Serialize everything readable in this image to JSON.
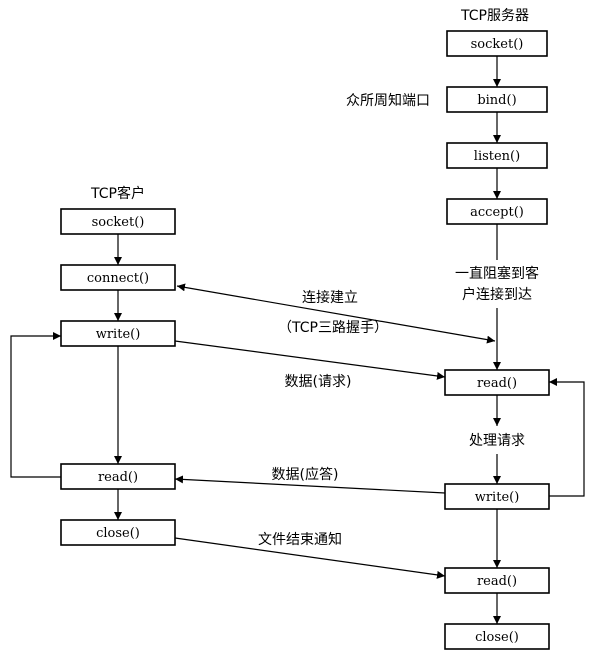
{
  "server": {
    "title": "TCP服务器",
    "socket": "socket()",
    "bind": "bind()",
    "listen": "listen()",
    "accept": "accept()",
    "read1": "read()",
    "write": "write()",
    "read2": "read()",
    "close": "close()",
    "well_known_port": "众所周知端口",
    "block_line1": "一直阻塞到客",
    "block_line2": "户连接到达",
    "process_request": "处理请求"
  },
  "client": {
    "title": "TCP客户",
    "socket": "socket()",
    "connect": "connect()",
    "write": "write()",
    "read": "read()",
    "close": "close()"
  },
  "messages": {
    "conn_established": "连接建立",
    "three_way": "（TCP三路握手）",
    "data_request": "数据(请求)",
    "data_reply": "数据(应答)",
    "eof_notify": "文件结束通知"
  }
}
